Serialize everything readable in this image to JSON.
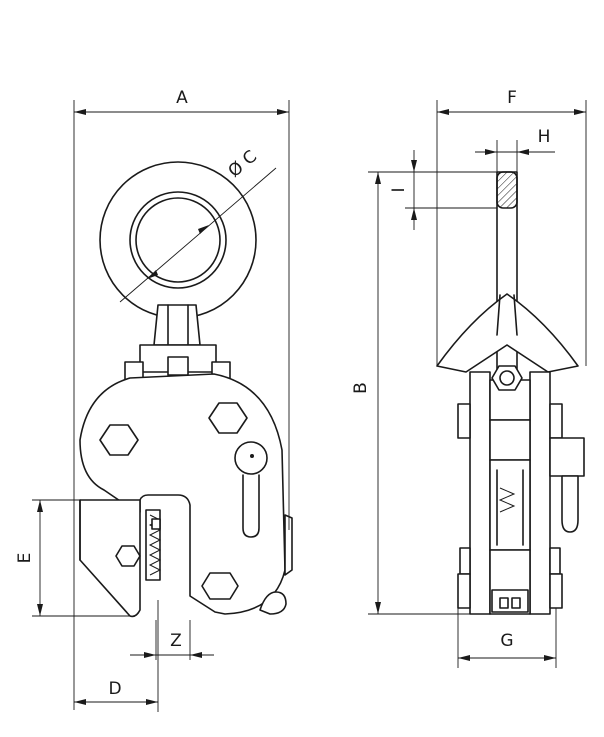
{
  "labels": {
    "A": "A",
    "B": "B",
    "C": "Ø C",
    "D": "D",
    "E": "E",
    "F": "F",
    "G": "G",
    "H": "H",
    "I": "I",
    "Z": "Z"
  },
  "colors": {
    "line": "#1a1a1a",
    "background": "#ffffff"
  }
}
